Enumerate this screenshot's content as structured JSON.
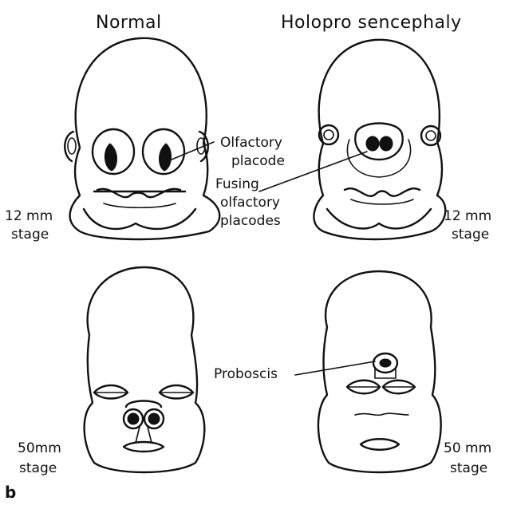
{
  "headers": {
    "left": "Normal",
    "right": "Holopro sencephaly"
  },
  "labels": {
    "olfactory_placode": [
      "Olfactory",
      "placode"
    ],
    "fusing_placodes": [
      "Fusing",
      "olfactory",
      "placodes"
    ],
    "proboscis": "Proboscis"
  },
  "stages": {
    "top_left": [
      "12 mm",
      "stage"
    ],
    "top_right": [
      "12 mm",
      "stage"
    ],
    "bottom_left": [
      "50mm",
      "stage"
    ],
    "bottom_right": [
      "50 mm",
      "stage"
    ]
  },
  "panel_letter": "b"
}
